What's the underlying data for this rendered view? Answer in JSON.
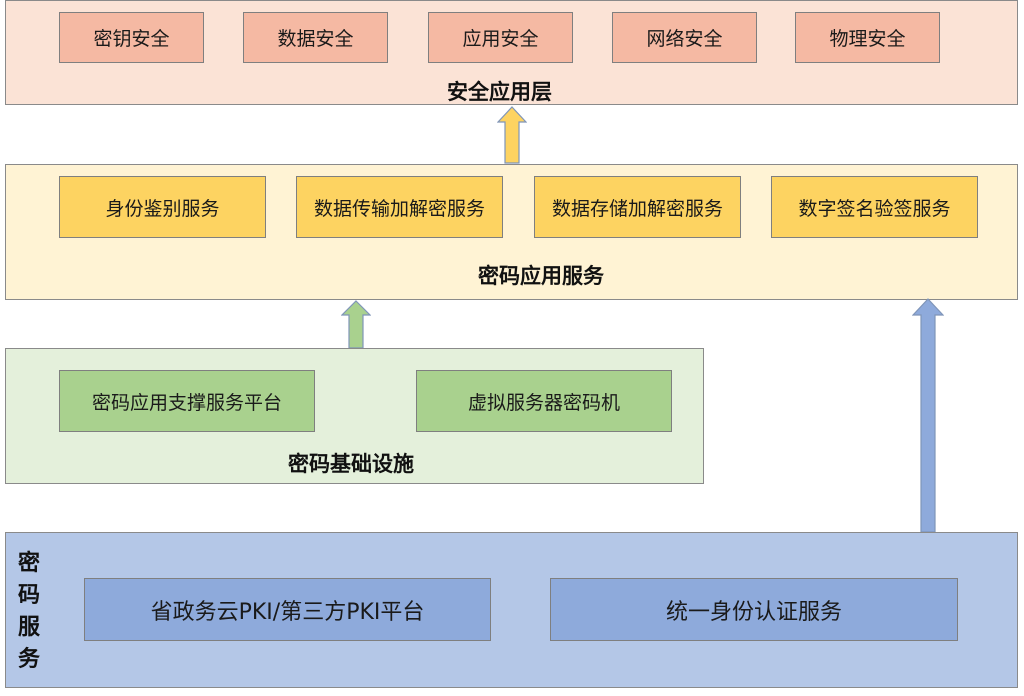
{
  "layers": {
    "security": {
      "title": "安全应用层",
      "items": [
        "密钥安全",
        "数据安全",
        "应用安全",
        "网络安全",
        "物理安全"
      ],
      "fill": "#fbe3d6",
      "item_fill": "#f5b9a3"
    },
    "crypto_app": {
      "title": "密码应用服务",
      "items": [
        "身份鉴别服务",
        "数据传输加解密服务",
        "数据存储加解密服务",
        "数字签名验签服务"
      ],
      "fill": "#fff3d4",
      "item_fill": "#fdd361"
    },
    "infra": {
      "title": "密码基础设施",
      "items": [
        "密码应用支撑服务平台",
        "虚拟服务器密码机"
      ],
      "fill": "#e4f0db",
      "item_fill": "#a9d18e"
    },
    "service": {
      "title_chars": [
        "密",
        "码",
        "服",
        "务"
      ],
      "items": [
        "省政务云PKI/第三方PKI平台",
        "统一身份认证服务"
      ],
      "fill": "#b4c7e7",
      "item_fill": "#8eaadb"
    }
  },
  "arrows": [
    {
      "name": "arrow-crypto-app-to-security",
      "color": "#fdd361"
    },
    {
      "name": "arrow-infra-to-crypto-app",
      "color": "#a9d18e"
    },
    {
      "name": "arrow-service-to-crypto-app",
      "color": "#8eaadb"
    }
  ]
}
